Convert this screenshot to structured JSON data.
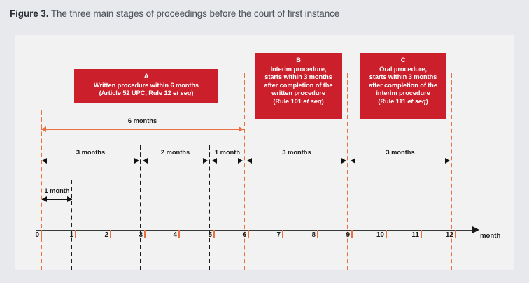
{
  "figure": {
    "label": "Figure 3.",
    "caption": "The three main stages of proceedings before the court of first instance"
  },
  "colors": {
    "stage_box": "#cc1f2c",
    "red_line": "#e8713f",
    "black_line": "#111111",
    "header_bg": "#e7e9ec",
    "plot_bg": "#f2f2f2"
  },
  "stages": [
    {
      "letter": "A",
      "lines": [
        "Written procedure within 6 months"
      ],
      "reference_prefix": "(Article 52 UPC, Rule 12 ",
      "reference_italic": "et seq",
      "reference_suffix": ")"
    },
    {
      "letter": "B",
      "lines": [
        "Interim procedure,",
        "starts within 3 months",
        "after completion of the",
        "written procedure"
      ],
      "reference_prefix": "(Rule 101 ",
      "reference_italic": "et seq",
      "reference_suffix": ")"
    },
    {
      "letter": "C",
      "lines": [
        "Oral procedure,",
        "starts within 3 months",
        "after completion of the",
        "interim procedure"
      ],
      "reference_prefix": "(Rule 111 ",
      "reference_italic": "et seq",
      "reference_suffix": ")"
    }
  ],
  "measures": {
    "six_months": "6 months",
    "row2": [
      "3 months",
      "2 months",
      "1 month",
      "3 months",
      "3 months"
    ],
    "row3": "1 month"
  },
  "axis": {
    "unit": "month",
    "ticks": [
      "0",
      "1",
      "2",
      "3",
      "4",
      "5",
      "6",
      "7",
      "8",
      "9",
      "10",
      "11",
      "12"
    ]
  },
  "chart_data": {
    "type": "timeline",
    "title": "The three main stages of proceedings before the court of first instance",
    "xlabel": "month",
    "xlim": [
      0,
      12
    ],
    "x_ticks": [
      0,
      1,
      2,
      3,
      4,
      5,
      6,
      7,
      8,
      9,
      10,
      11,
      12
    ],
    "grid": false,
    "guide_lines": [
      {
        "month": 0,
        "style": "dashed",
        "color": "#e8713f"
      },
      {
        "month": 1,
        "style": "dashed",
        "color": "#1b1b1b"
      },
      {
        "month": 3,
        "style": "dashed",
        "color": "#1b1b1b"
      },
      {
        "month": 5,
        "style": "dashed",
        "color": "#1b1b1b"
      },
      {
        "month": 6,
        "style": "dashed",
        "color": "#e8713f"
      },
      {
        "month": 9,
        "style": "dashed",
        "color": "#e8713f"
      },
      {
        "month": 12,
        "style": "dashed",
        "color": "#e8713f"
      }
    ],
    "stages": [
      {
        "name": "A",
        "label": "Written procedure within 6 months (Article 52 UPC, Rule 12 et seq)",
        "start_month": 0,
        "end_month": 6,
        "duration_months": 6
      },
      {
        "name": "B",
        "label": "Interim procedure, starts within 3 months after completion of the written procedure (Rule 101 et seq)",
        "start_month": 6,
        "end_month": 9,
        "duration_months": 3
      },
      {
        "name": "C",
        "label": "Oral procedure, starts within 3 months after completion of the interim procedure (Rule 111 et seq)",
        "start_month": 9,
        "end_month": 12,
        "duration_months": 3
      }
    ],
    "spans": [
      {
        "row": 1,
        "label": "6 months",
        "start_month": 0,
        "end_month": 6,
        "color": "#e8713f"
      },
      {
        "row": 2,
        "label": "3 months",
        "start_month": 0,
        "end_month": 3,
        "color": "#111111"
      },
      {
        "row": 2,
        "label": "2 months",
        "start_month": 3,
        "end_month": 5,
        "color": "#111111"
      },
      {
        "row": 2,
        "label": "1 month",
        "start_month": 5,
        "end_month": 6,
        "color": "#111111"
      },
      {
        "row": 2,
        "label": "3 months",
        "start_month": 6,
        "end_month": 9,
        "color": "#111111"
      },
      {
        "row": 2,
        "label": "3 months",
        "start_month": 9,
        "end_month": 12,
        "color": "#111111"
      },
      {
        "row": 3,
        "label": "1 month",
        "start_month": 0,
        "end_month": 1,
        "color": "#111111"
      }
    ]
  }
}
